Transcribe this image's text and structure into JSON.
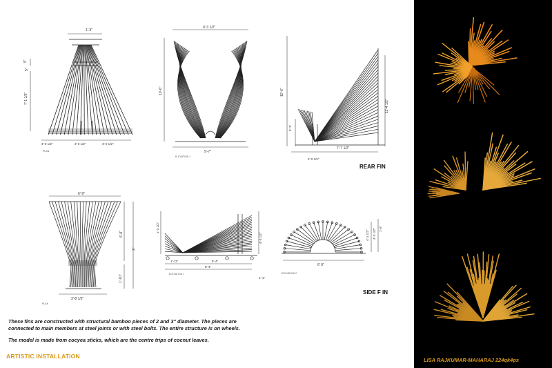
{
  "drawings": {
    "top_left": {
      "dims": [
        "1'-3\"",
        "9\"",
        "5\"",
        "7'-1 1/2\"",
        "3'-0 1/2\"",
        "3'-0 1/2\"",
        "3'-0 1/2\""
      ],
      "label": "PLAN"
    },
    "top_middle": {
      "dims": [
        "9'-3 1/2\"",
        "10'-6\"",
        "9'-7\""
      ],
      "label": "ELEVATION 1"
    },
    "top_right": {
      "dims": [
        "10'-6\"",
        "11'-4 1/2\"",
        "5'-1\"",
        "7'-7 1/2\"",
        "2'-0 1/2\""
      ]
    },
    "bottom_left": {
      "dims": [
        "6'-9\"",
        "6'-8\"",
        "3\"",
        "1'-10\"",
        "3'-8 1/2\""
      ],
      "label": "PLAN"
    },
    "bottom_middle": {
      "dims": [
        "1'-3 1/2\"",
        "4'-3 1/2\"",
        "1'-11\"",
        "5'-4\"",
        "8'-4\"",
        "1'-1\""
      ],
      "label": "ELEVATION 1"
    },
    "bottom_right": {
      "dims": [
        "4'-1 1/2\"",
        "4'-3 1/2\"",
        "1'-0\"",
        "6' 9\""
      ],
      "label": "ELEVATION 2"
    }
  },
  "captions": {
    "rear_fin": "REAR FIN",
    "side_fin": "SIDE F IN"
  },
  "text": {
    "para1_line1": "These fins are constructed with structural bamboo pieces of 2 and 3\" diameter. The pieces are",
    "para1_line2": "connected to main members at steel joints or with steel bolts. The entire structure is on wheels.",
    "para2": "The model is made from cocyea sticks, which are the centre trips of cocnut leaves.",
    "footer_title": "ARTISTIC INSTALLATION",
    "credit": "LISA RAJKUMAR-MAHARAJ   224qk4ps"
  },
  "colors": {
    "accent": "#d99a1a",
    "photo_bg": "#000000",
    "line": "#222222"
  }
}
